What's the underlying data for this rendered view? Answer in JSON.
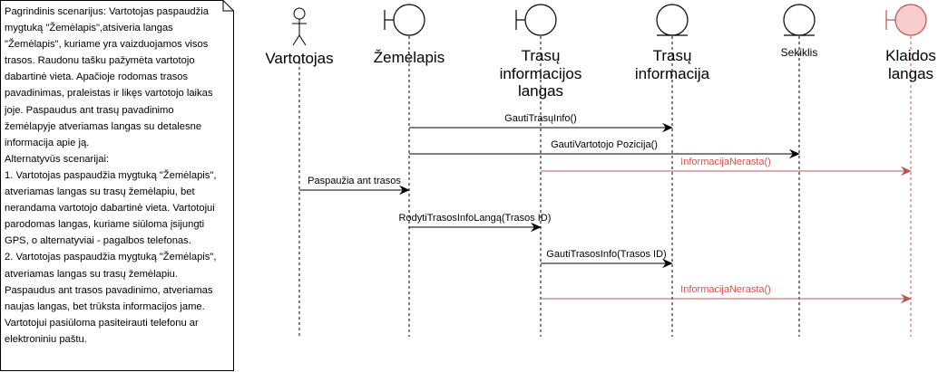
{
  "note": {
    "lines": [
      "Pagrindinis scenarijus: Vartotojas paspaudžia",
      "mygtuką \"Žemėlapis\",atsiveria langas",
      "\"Žemėlapis\", kuriame yra vaizduojamos visos",
      "trasos. Raudonu tašku pažymėta vartotojo",
      "dabartinė vieta. Apačioje rodomas trasos",
      "pavadinimas, praleistas ir likęs vartotojo laikas",
      "joje. Paspaudus ant trasų pavadinimo",
      "žemėlapyje atveriamas langas su detalesne",
      "informacija apie ją.",
      "Alternatyvūs scenarijai:",
      "1. Vartotojas paspaudžia mygtuką \"Žemėlapis\",",
      "atveriamas langas su trasų žemėlapiu, bet",
      "nerandama vartotojo dabartinė vieta. Vartotojui",
      "parodomas langas, kuriame siūloma įsijungti",
      "GPS, o alternatyviai - pagalbos telefonas.",
      "2. Vartotojas paspaudžia mygtuką \"Žemėlapis\",",
      "atveriamas langas su trasų žemėlapiu.",
      "Paspaudus ant trasos pavadinimo, atveriamas",
      "naujas langas, bet trūksta informacijos jame.",
      "Vartotojui pasiūloma pasiteirauti telefonu ar",
      "elektroniniu paštu."
    ]
  },
  "participants": [
    {
      "id": "vartotojas",
      "kind": "actor",
      "label_lines": [
        "Vartotojas"
      ]
    },
    {
      "id": "zemelapis",
      "kind": "boundary",
      "label_lines": [
        "Žemėlapis"
      ]
    },
    {
      "id": "trasu-informacijos-langas",
      "kind": "boundary",
      "label_lines": [
        "Trasų",
        "informacijos",
        "langas"
      ]
    },
    {
      "id": "trasu-informacija",
      "kind": "entity",
      "label_lines": [
        "Trasų",
        "informacija"
      ]
    },
    {
      "id": "sekiklis",
      "kind": "entity",
      "label_lines": [
        "Sekiklis"
      ]
    },
    {
      "id": "klaidos-langas",
      "kind": "boundary-error",
      "label_lines": [
        "Klaidos",
        "langas"
      ]
    }
  ],
  "messages": [
    {
      "label": "GautiTrasųInfo()",
      "from": "zemelapis",
      "to": "trasu-informacija",
      "type": "normal"
    },
    {
      "label": "GautiVartotojo Pozicija()",
      "from": "zemelapis",
      "to": "sekiklis",
      "type": "normal"
    },
    {
      "label": "InformacijaNerasta()",
      "from": "trasu-informacijos-langas",
      "to": "klaidos-langas",
      "type": "error"
    },
    {
      "label": "Paspaužia ant trasos",
      "from": "vartotojas",
      "to": "zemelapis",
      "type": "normal"
    },
    {
      "label": "RodytiTrasosInfoLangą(Trasos ID)",
      "from": "zemelapis",
      "to": "trasu-informacijos-langas",
      "type": "normal"
    },
    {
      "label": "GautiTrasosInfo(Trasos ID)",
      "from": "trasu-informacijos-langas",
      "to": "trasu-informacija",
      "type": "normal"
    },
    {
      "label": "InformacijaNerasta()",
      "from": "trasu-informacijos-langas",
      "to": "klaidos-langas",
      "type": "error"
    }
  ],
  "colors": {
    "line": "#000000",
    "error_stroke": "#b85450",
    "error_fill": "#f8cecc",
    "error_text": "#d9534f",
    "note_fill": "#ffffff"
  }
}
